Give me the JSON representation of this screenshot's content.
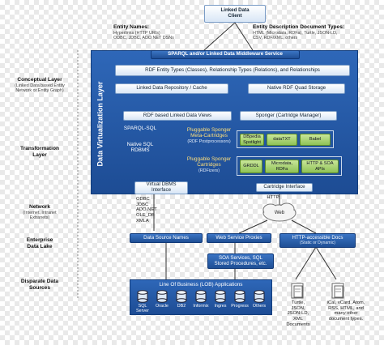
{
  "top": {
    "client": "Linked Data\nClient",
    "entity_names_title": "Entity Names:",
    "entity_names_body": "Hyperlinks (HTTP URIs)\nODBC, JDBC, ADO.NET DSNs",
    "entity_desc_title": "Entity Description Document Types:",
    "entity_desc_body": "HTML (Microdata, RDFa), Turtle, JSON-LD,\nCSV, RDF/XML, others"
  },
  "sparql_bar": "SPARQL and/or Linked Data Middleware Service",
  "vertical_title": "Data Virtualization Layer",
  "rdf_types": "RDF Entity Types (Classes), Relationship Types (Relations), and Relationships",
  "repo": "Linked Data Repository / Cache",
  "quad_store": "Native RDF Quad Storage",
  "views": "RDF based Linked Data Views",
  "sponger": "Sponger (Cartridge Manager)",
  "sparql_sql": "SPARQL-SQL",
  "native_sql": "Native SQL\nRDBMS",
  "meta_cartridges": {
    "title": "Pluggable Sponger\nMeta-Cartridges",
    "sub": "(RDF Postprocessors)",
    "items": [
      "DBpedia\nSpotlight",
      "dataTXT",
      "Babel"
    ]
  },
  "cartridges": {
    "title": "Pluggable Sponger\nCartridges",
    "sub": "(RDFizers)",
    "items": [
      "GRDDL",
      "Microdata,\nRDFa",
      "HTTP & SOA\nAPIs"
    ]
  },
  "virtual_dbms": "Virtual DBMS\nInterface",
  "cartridge_iface": "Cartridge Interface",
  "protocols": "ODBC\nJDBC\nADO.NET\nOLE_DB\nXMLA",
  "http_label": "HTTP",
  "web_label": "Web",
  "left_labels": {
    "conceptual": "Conceptual Layer",
    "conceptual_sub": "(Linked Data based Entity\nNetwork or Entity Graph)",
    "transformation": "Transformation\nLayer",
    "network": "Network",
    "network_sub": "(Internet, Intranet\nExtranets)",
    "enterprise": "Enterprise\nData Lake",
    "disparate": "Disparate Data\nSources"
  },
  "data_source_names": "Data Source Names",
  "web_service_proxies": "Web Service Proxies",
  "http_docs": "HTTP-accessible Docs",
  "http_docs_sub": "(Static or Dynamic)",
  "soa": "SOA Services, SQL\nStored Procedures, etc.",
  "lob": {
    "title": "Line Of Business (LOB) Applications",
    "apps": [
      "SQL\nServer",
      "Oracle",
      "DB2",
      "Informix",
      "Ingres",
      "Progress",
      "Others"
    ]
  },
  "docs": {
    "left": "Turtle,\nJSON,\nJSON-LD,\nXML\nDocuments",
    "right": "iCal, vCard, Atom,\nRSS, HTML, and\nmany other\ndocument types."
  }
}
